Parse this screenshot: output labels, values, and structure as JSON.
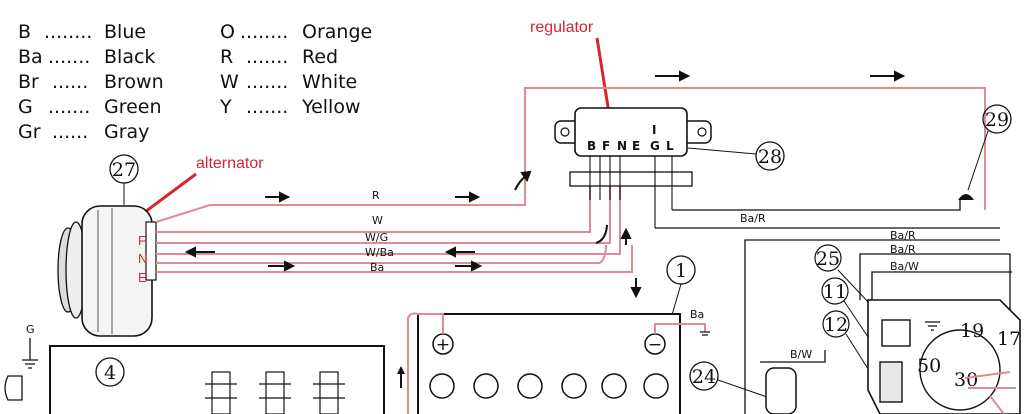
{
  "legend": {
    "left": [
      {
        "code": "B",
        "dots": "........",
        "color": "Blue"
      },
      {
        "code": "Ba",
        "dots": ".......",
        "color": "Black"
      },
      {
        "code": "Br",
        "dots": "......",
        "color": "Brown"
      },
      {
        "code": "G",
        "dots": ".......",
        "color": "Green"
      },
      {
        "code": "Gr",
        "dots": "......",
        "color": "Gray"
      }
    ],
    "right": [
      {
        "code": "O",
        "dots": "........",
        "color": "Orange"
      },
      {
        "code": "R",
        "dots": ".......",
        "color": "Red"
      },
      {
        "code": "W",
        "dots": ".......",
        "color": "White"
      },
      {
        "code": "Y",
        "dots": ".......",
        "color": "Yellow"
      }
    ]
  },
  "annotations": {
    "regulator": "regulator",
    "alternator": "alternator",
    "color": "#d6262f"
  },
  "alternator_letters": [
    "F",
    "N",
    "E"
  ],
  "regulator_terminals": [
    "B",
    "F",
    "N",
    "E",
    "G",
    "L"
  ],
  "regulator_top_mark": "I",
  "wire_labels": {
    "R": "R",
    "W": "W",
    "WG": "W/G",
    "WBa": "W/Ba",
    "Ba": "Ba",
    "BaR_mid": "Ba/R",
    "BaR_1": "Ba/R",
    "BaR_2": "Ba/R",
    "BaW": "Ba/W",
    "BW": "B/W",
    "G": "G",
    "Ba_batt": "Ba"
  },
  "callouts": {
    "c27": "27",
    "c28": "28",
    "c29": "29",
    "c1": "1",
    "c4": "4",
    "c24": "24",
    "c25": "25",
    "c11": "11",
    "c12": "12"
  },
  "switch_numbers": {
    "n19": "19",
    "n17": "17",
    "n50": "50",
    "n30": "30"
  },
  "battery_symbols": {
    "plus": "+",
    "minus": "−"
  },
  "colors": {
    "wire_red": "#e08a93",
    "ink": "#111111",
    "highlight_red": "#d6262f"
  }
}
